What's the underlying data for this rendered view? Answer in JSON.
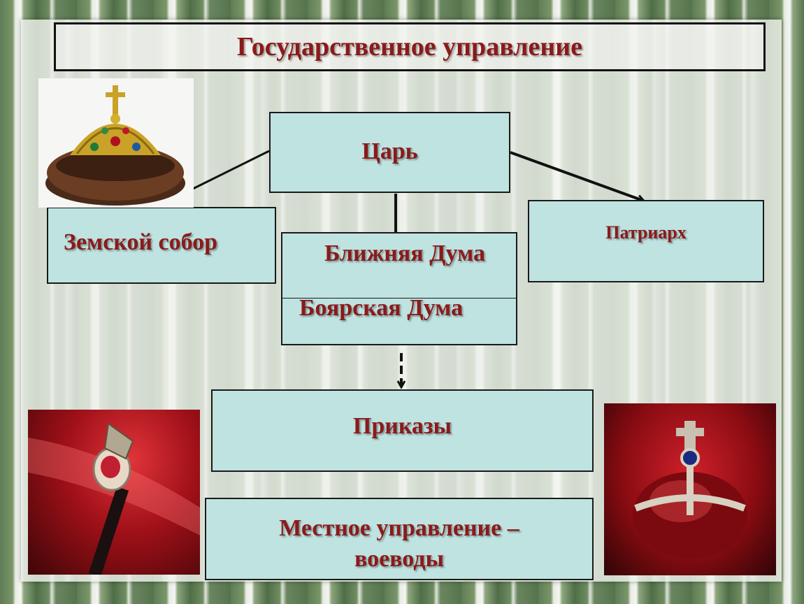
{
  "title": "Государственное управление",
  "nodes": {
    "tsar": "Царь",
    "zemsky_sobor": "Земской собор",
    "patriarch": "Патриарх",
    "near_duma": "Ближняя Дума",
    "boyar_duma": "Боярская Дума",
    "prikazy": "Приказы",
    "local_line1": "Местное управление –",
    "local_line2": "воеводы"
  },
  "images": {
    "crown": "monomakh-cap-image",
    "scepter": "scepter-image",
    "orb": "orb-image"
  },
  "colors": {
    "box_fill": "#bfe3e1",
    "text": "#8b1a1a",
    "border": "#1a1a1a"
  }
}
